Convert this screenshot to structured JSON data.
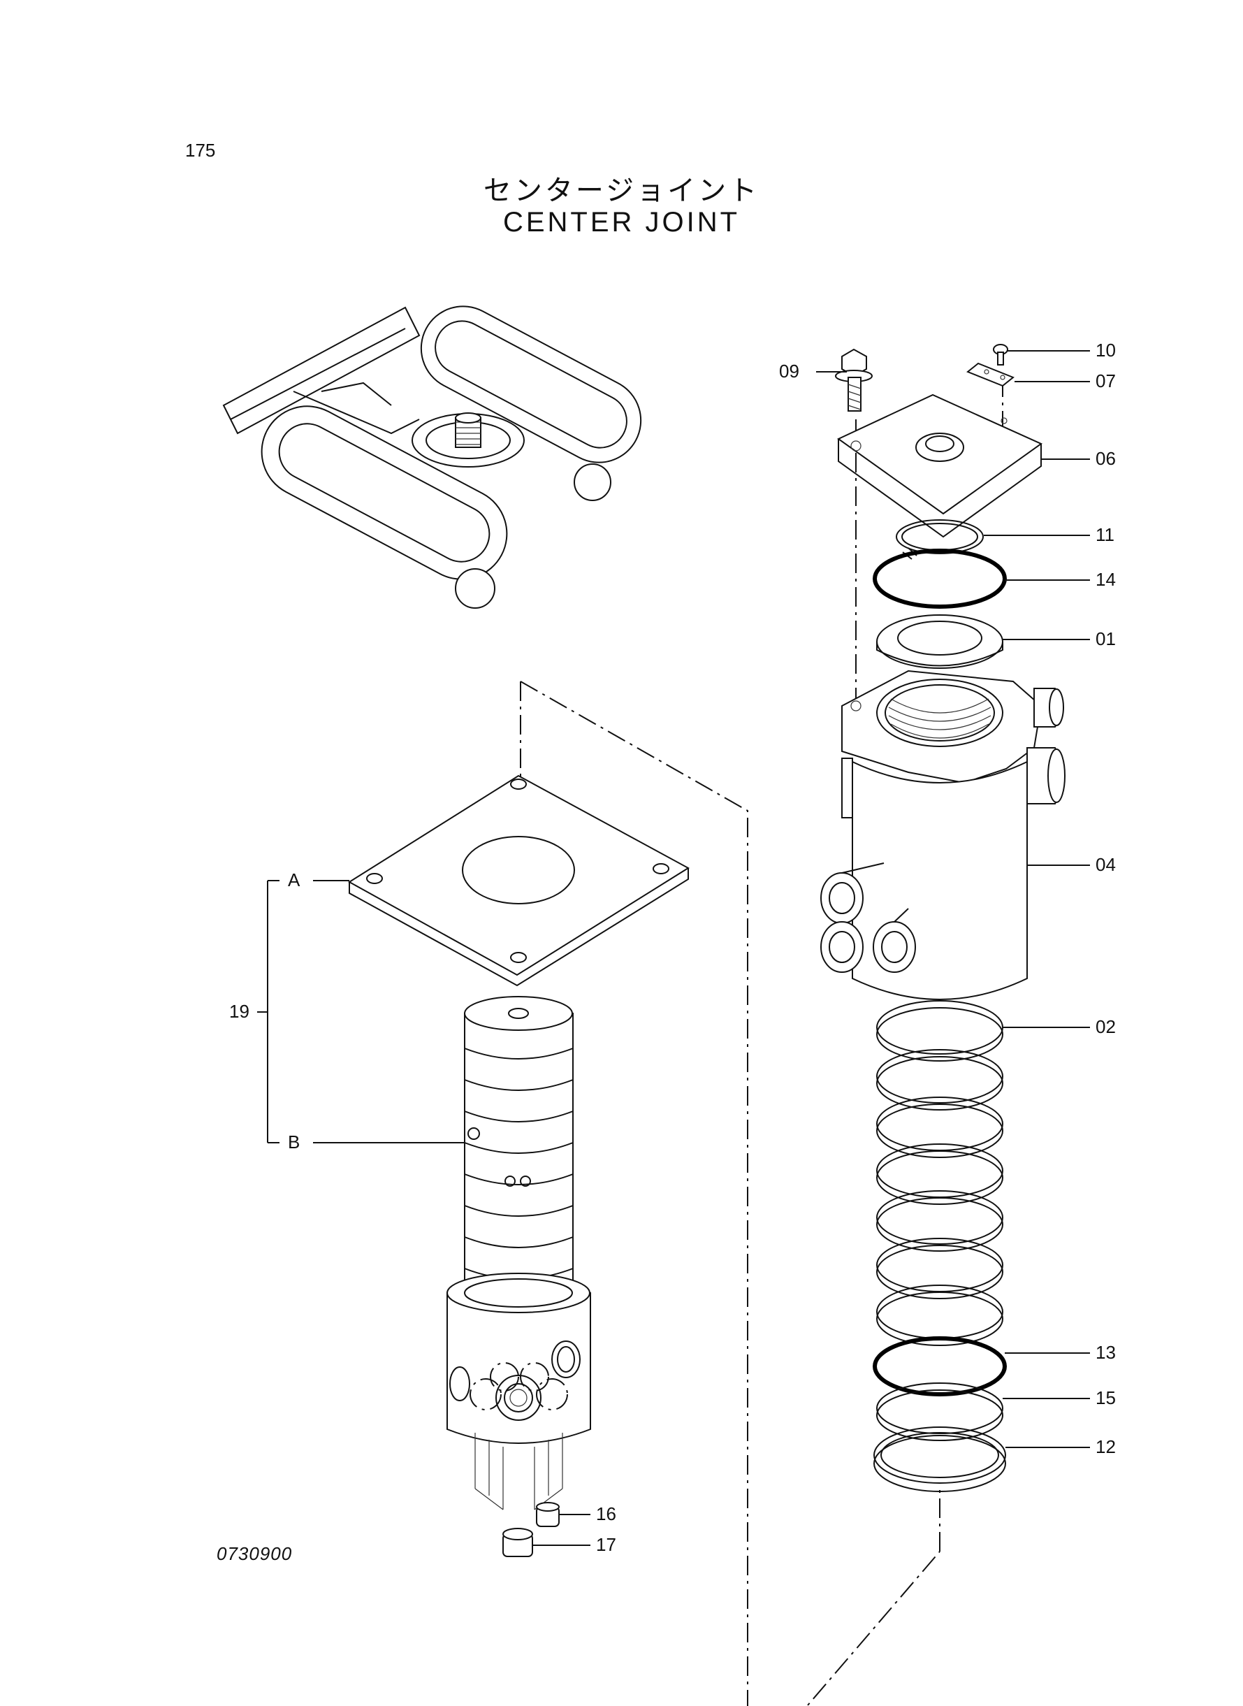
{
  "page_number": "175",
  "title_jp": "センタージョイント",
  "title_en": "CENTER  JOINT",
  "drawing_code": "0730900",
  "callouts": {
    "c01": "01",
    "c02": "02",
    "c04": "04",
    "c06": "06",
    "c07": "07",
    "c09": "09",
    "c10": "10",
    "c11": "11",
    "c12": "12",
    "c13": "13",
    "c14": "14",
    "c15": "15",
    "c16": "16",
    "c17": "17",
    "c19": "19",
    "subA": "A",
    "subB": "B"
  }
}
